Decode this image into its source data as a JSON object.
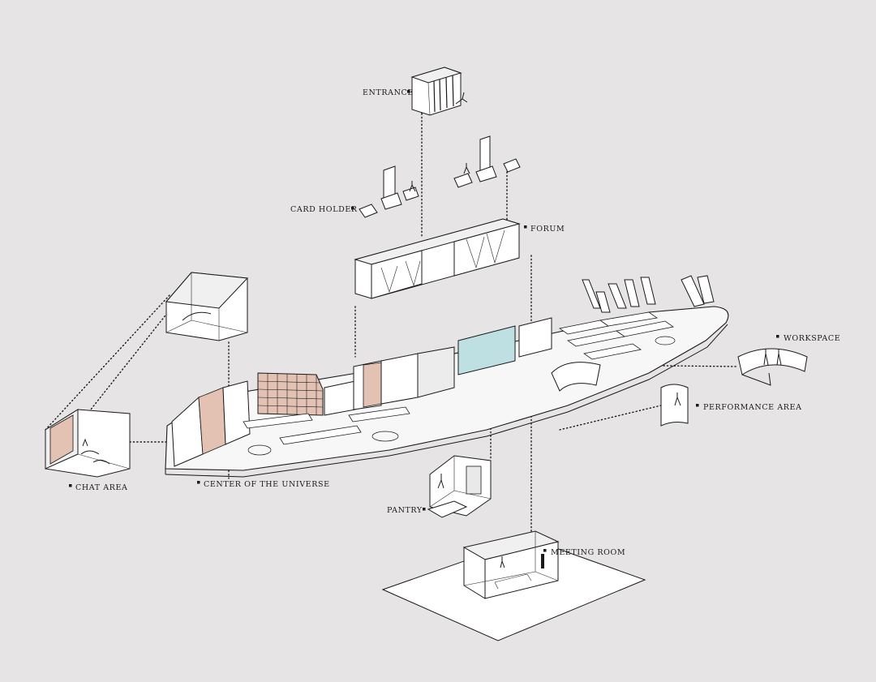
{
  "labels": {
    "entrance": "ENTRANCE",
    "card_holder": "CARD HOLDER",
    "forum": "FORUM",
    "workspace": "WORKSPACE",
    "performance_area": "PERFORMANCE AREA",
    "chat_area": "CHAT AREA",
    "center_of_universe": "CENTER OF THE UNIVERSE",
    "pantry": "PANTRY",
    "meeting_room": "MEETING ROOM"
  },
  "colors": {
    "background": "#e6e4e4",
    "line": "#1a1a1a",
    "accent_pink": "#e3c2b4",
    "accent_blue": "#bfe0e2"
  }
}
